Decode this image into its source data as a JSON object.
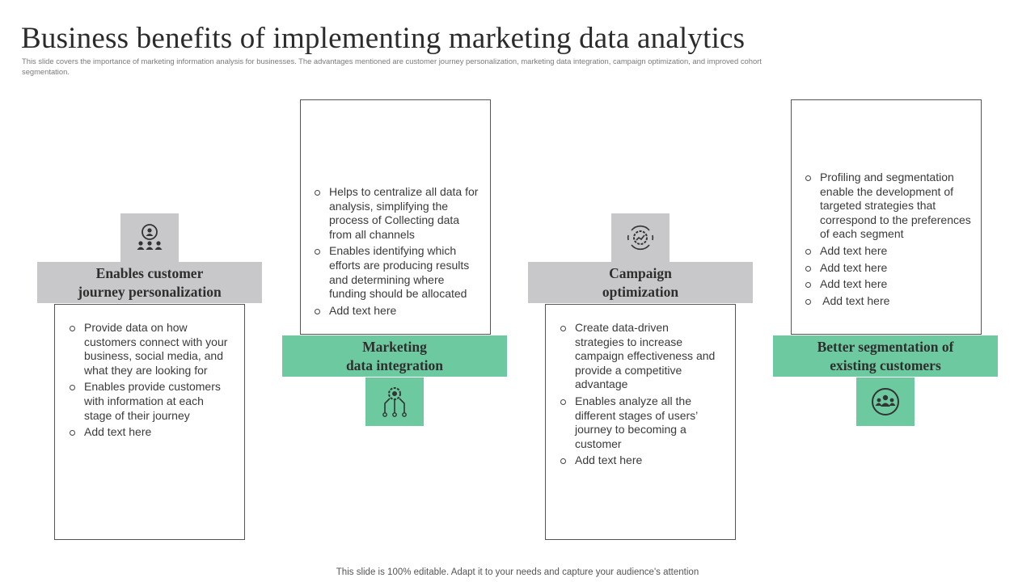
{
  "title": "Business benefits of implementing marketing data analytics",
  "subtitle": "This slide covers the importance of marketing information analysis for businesses. The advantages mentioned are customer journey personalization, marketing data integration, campaign optimization, and improved cohort segmentation.",
  "colors": {
    "gray_band": "#c8c8ca",
    "green_band": "#6dcaa0",
    "text": "#333333"
  },
  "cards": [
    {
      "label": "Enables customer\njourney personalization",
      "icon": "customer-journey-icon",
      "bullets": [
        "Provide data on how customers connect with your business, social media, and what they are looking for",
        "Enables provide customers with information at each stage of their journey",
        "Add text here"
      ]
    },
    {
      "label": "Marketing\ndata integration",
      "icon": "data-integration-icon",
      "bullets": [
        "Helps to centralize all data for analysis, simplifying the process of Collecting data from all channels",
        "Enables identifying which efforts are producing results and determining where funding should be allocated",
        "Add text here"
      ]
    },
    {
      "label": "Campaign\noptimization",
      "icon": "campaign-optimization-icon",
      "bullets": [
        "Create data-driven strategies to increase campaign effectiveness and provide a competitive advantage",
        "Enables analyze all the different stages of users’ journey to becoming a customer",
        "Add text here"
      ]
    },
    {
      "label": "Better segmentation of\nexisting customers",
      "icon": "customer-segmentation-icon",
      "bullets": [
        "Profiling and segmentation enable the development of targeted strategies that correspond to the preferences of each segment",
        "Add text here",
        "Add text here",
        "Add text here",
        " Add text here"
      ]
    }
  ],
  "footer": "This slide is 100% editable. Adapt it to your needs and capture your audience's attention"
}
